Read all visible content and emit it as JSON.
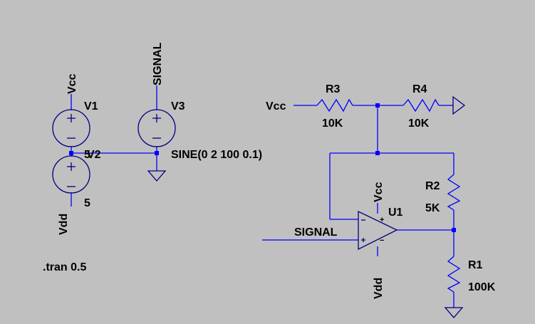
{
  "labels": {
    "vcc_v1": "Vcc",
    "signal_v3": "SIGNAL",
    "vdd_v2": "Vdd",
    "vcc_r3": "Vcc",
    "vcc_u1": "Vcc",
    "vdd_u1": "Vdd",
    "signal_in": "SIGNAL"
  },
  "components": {
    "v1": {
      "name": "V1",
      "value": "5"
    },
    "v2": {
      "name": "V2",
      "value": "5"
    },
    "v3": {
      "name": "V3",
      "value": "SINE(0 2 100 0.1)"
    },
    "r1": {
      "name": "R1",
      "value": "100K"
    },
    "r2": {
      "name": "R2",
      "value": "5K"
    },
    "r3": {
      "name": "R3",
      "value": "10K"
    },
    "r4": {
      "name": "R4",
      "value": "10K"
    },
    "u1": {
      "name": "U1"
    }
  },
  "directive": ".tran 0.5",
  "colors": {
    "background": "#c0c0c0",
    "wire": "#0000ff",
    "symbol": "#000080",
    "text": "#000000"
  }
}
